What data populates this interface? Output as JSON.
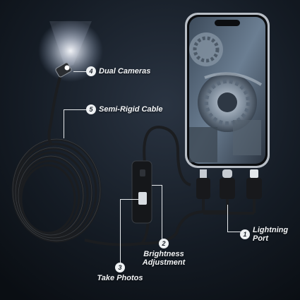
{
  "callouts": {
    "dual_cameras": {
      "num": "4",
      "label": "Dual Cameras"
    },
    "semi_rigid": {
      "num": "5",
      "label": "Semi-Rigid Cable"
    },
    "brightness": {
      "num": "2",
      "label_line1": "Brightness",
      "label_line2": "Adjustment"
    },
    "take_photos": {
      "num": "3",
      "label": "Take Photos"
    },
    "lightning": {
      "num": "1",
      "label_line1": "Lightning",
      "label_line2": "Port"
    }
  },
  "colors": {
    "background": "#0d1218",
    "cable": "#1b1d20",
    "cable_highlight": "#4a4f55",
    "label": "#f2f4f6",
    "phone_frame": "#b8bec6"
  }
}
